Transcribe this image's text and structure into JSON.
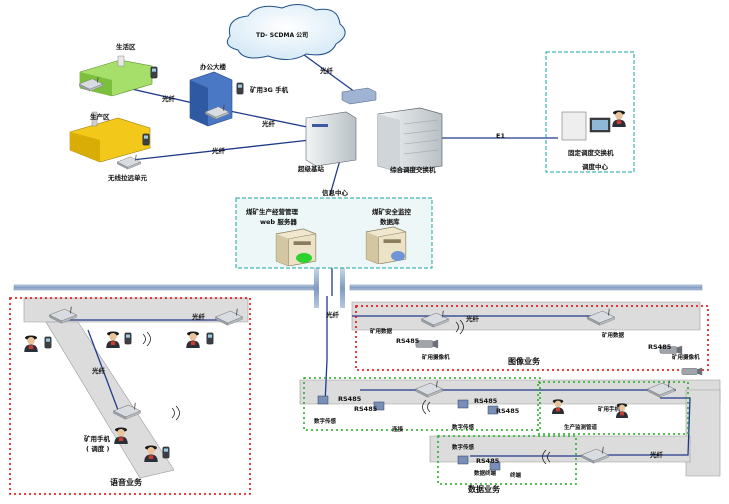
{
  "cloud": {
    "text": "TD- SCDMA 公司"
  },
  "sites": {
    "living": "生活区",
    "office": "办公大楼",
    "production": "生产区",
    "wireless_relay": "无线拉远单元"
  },
  "links": {
    "fiber": "光纤",
    "e1": "E1",
    "phone3g": "矿用3G 手机"
  },
  "core": {
    "base_station": "超级基站",
    "switch": "综合调度交换机",
    "info_center": "信息中心"
  },
  "dispatch": {
    "console": "固定调度交换机",
    "center": "调度中心"
  },
  "servers": {
    "mgmt": "煤矿生产经营管理",
    "mgmt_web": "web 服务器",
    "safety": "煤矿安全监控",
    "safety_db": "数据库"
  },
  "voice": {
    "phone": "矿用手机",
    "phone_sub": "( 调度 )",
    "title": "语音业务"
  },
  "image": {
    "mine_data": "矿用数据",
    "camera": "矿用摄像机",
    "title": "图像业务",
    "camera_right": "矿用摄像机"
  },
  "data": {
    "sensor": "数字传感",
    "rs485": "RS485",
    "connect": "连接",
    "mine_phone": "矿用手机",
    "prod_monitor": "生产监测管道",
    "terminal": "终端",
    "title": "数据业务",
    "terminal_small": "数据终端"
  },
  "colors": {
    "fiber_line": "#1f3a8a",
    "red_dash": "#e00000",
    "green_dash": "#22aa22",
    "cyan_box": "#1aa3a3",
    "tunnel": "#dcdcdc",
    "rail": "#8aa6c8"
  }
}
